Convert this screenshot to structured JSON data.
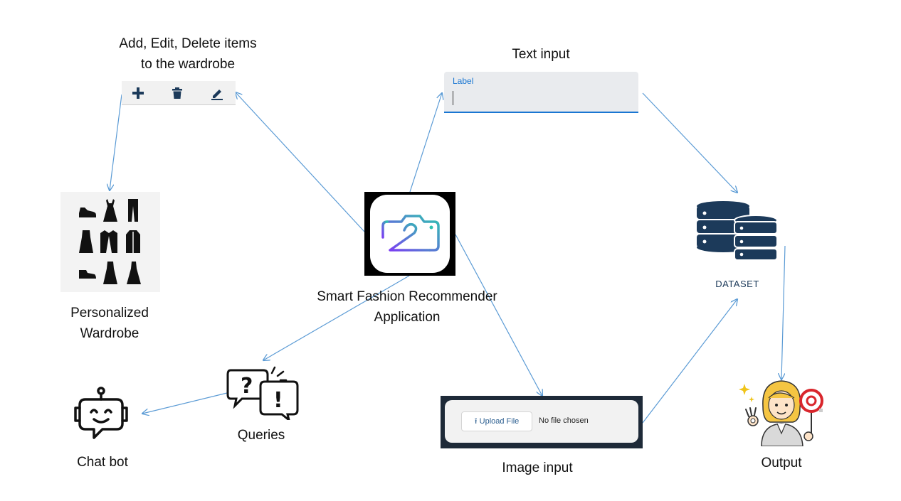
{
  "captions": {
    "toolbar": "Add, Edit, Delete items\nto the wardrobe",
    "text_input": "Text input",
    "wardrobe": "Personalized\nWardrobe",
    "app": "Smart Fashion Recommender\nApplication",
    "queries": "Queries",
    "chatbot": "Chat bot",
    "image_input": "Image input",
    "output": "Output"
  },
  "text_input": {
    "label": "Label"
  },
  "upload": {
    "button": "Upload File",
    "status": "No file chosen"
  },
  "dataset": {
    "label": "DATASET"
  },
  "icons": {
    "toolbar": [
      "plus-icon",
      "trash-icon",
      "edit-icon"
    ],
    "wardrobe": [
      "sneaker-icon",
      "dress-icon",
      "pants-icon",
      "dress-icon",
      "suit-icon",
      "jacket-icon",
      "shoe-icon",
      "dress-icon",
      "dress-icon"
    ],
    "app": "hanger-camera-icon",
    "queries": "question-exclamation-bubbles-icon",
    "chatbot": "robot-icon",
    "dataset": "database-icon",
    "output": "person-ok-sign-icon"
  },
  "colors": {
    "arrow": "#5b9bd5",
    "icon_dark": "#1c3a5a",
    "input_accent": "#1976d2"
  }
}
